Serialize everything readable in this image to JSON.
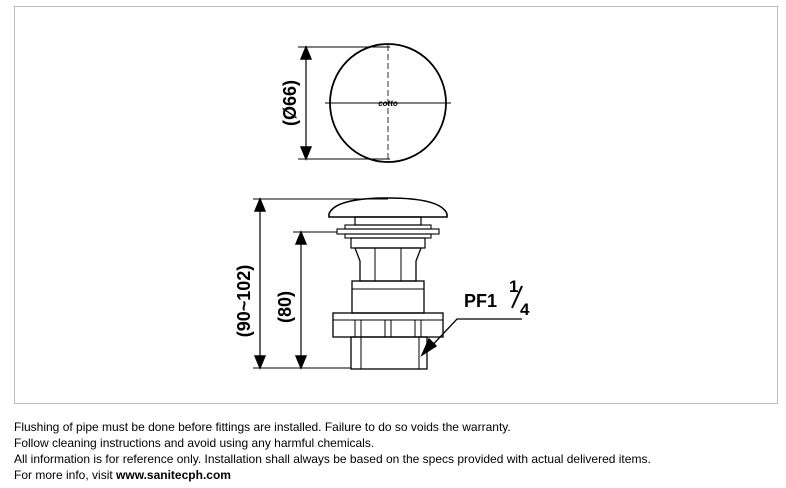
{
  "drawing": {
    "top_view_dimension": "(Ø66)",
    "logo_text": "cotto",
    "overall_height": "(90~102)",
    "body_height": "(80)",
    "thread_label": "PF1",
    "thread_fraction_num": "1",
    "thread_fraction_den": "4"
  },
  "notes": {
    "line1": "Flushing of pipe must be done before fittings are installed. Failure to do so voids the warranty.",
    "line2": "Follow cleaning instructions and avoid using any harmful chemicals.",
    "line3": "All information is for reference only. Installation shall always be based on the specs provided with actual delivered items.",
    "line4_prefix": "For more info, visit ",
    "website": "www.sanitecph.com"
  }
}
